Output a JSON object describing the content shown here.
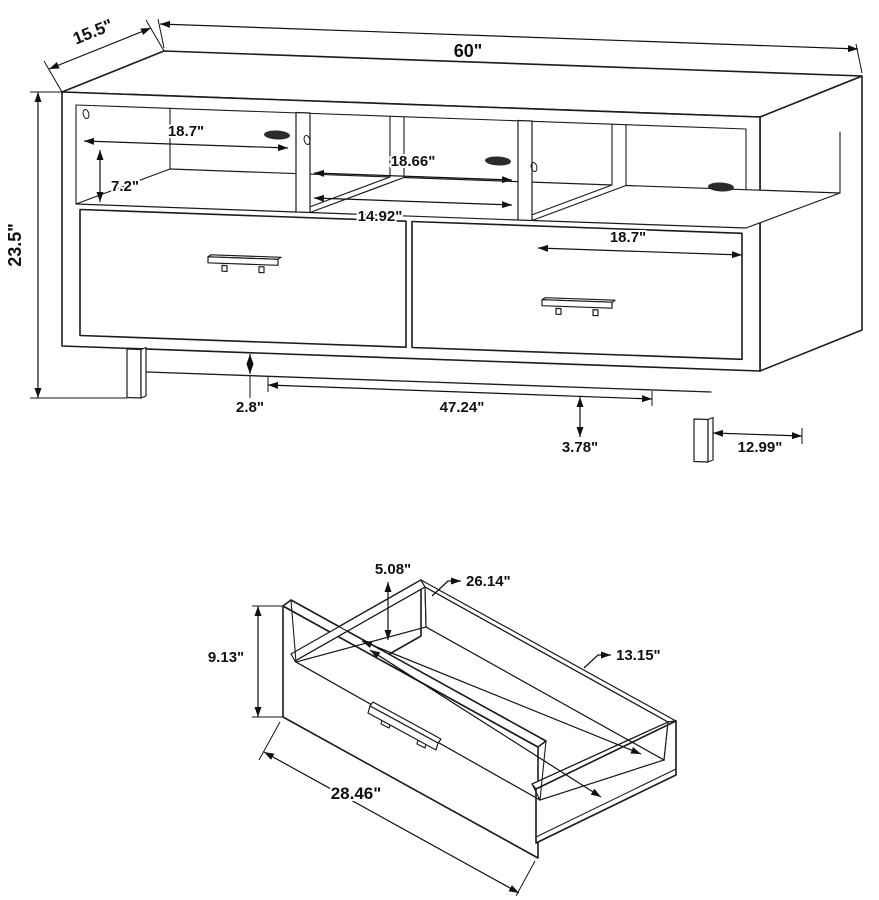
{
  "colors": {
    "line": "#1c1c1c",
    "dim_text": "#111111",
    "hole": "#2b2b2b",
    "background": "#ffffff"
  },
  "tv_stand": {
    "dims": {
      "overall_width": "60\"",
      "top_depth": "15.5\"",
      "overall_height": "23.5\"",
      "left_opening_width": "18.7\"",
      "opening_height": "7.2\"",
      "center_opening_width": "18.66\"",
      "center_shelf_width": "14.92\"",
      "right_opening_width": "18.7\"",
      "bottom_gap": "2.8\"",
      "leg_span": "47.24\"",
      "leg_height": "3.78\"",
      "leg_inset": "12.99\""
    }
  },
  "drawer": {
    "dims": {
      "front_height": "9.13\"",
      "side_height": "5.08\"",
      "interior_width": "26.14\"",
      "interior_depth": "13.15\"",
      "overall_width": "28.46\""
    }
  }
}
